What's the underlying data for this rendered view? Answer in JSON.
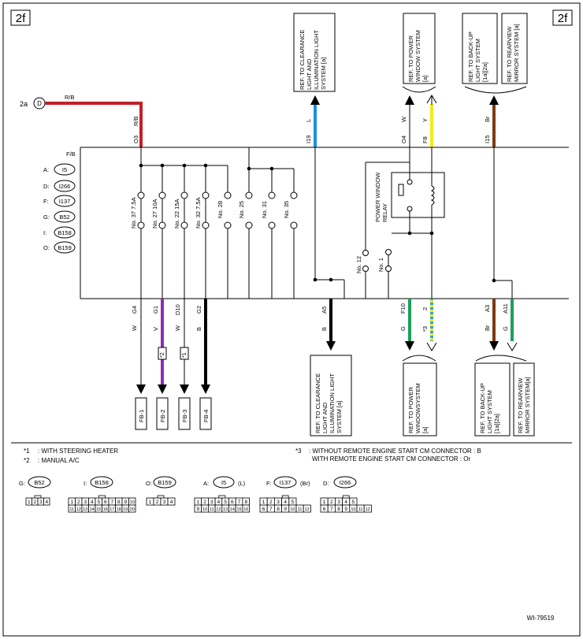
{
  "page": {
    "corner_left": "2f",
    "corner_right": "2f",
    "figure_id": "WI-79519"
  },
  "colors": {
    "red": "#c0202a",
    "blue": "#1a8fe3",
    "yellow": "#f2ea1c",
    "brown": "#7a3b10",
    "purple": "#8e2bb5",
    "green": "#1aa05a",
    "black": "#000000",
    "hatch_a": "#2aa8d8",
    "hatch_b": "#f2ea1c"
  },
  "top_refs": {
    "clearance": [
      "REF. TO CLEARANCE",
      "LIGHT AND",
      "ILLUMINATION LIGHT",
      "SYSTEM [a]"
    ],
    "power_window": [
      "REF. TO POWER",
      "WINDOW SYSTEM",
      "[a]"
    ],
    "backup": [
      "REF. TO BACK-UP",
      "LIGHT SYSTEM",
      "[1a][2a]"
    ],
    "rearview": [
      "REF. TO REARVIEW",
      "MIRROR SYSTEM [a]"
    ]
  },
  "bottom_refs": {
    "clearance": [
      "REF. TO CLEARANCE",
      "LIGHT AND",
      "ILLUMINATION LIGHT",
      "SYSTEM [a]"
    ],
    "power_window": [
      "REF. TO POWER",
      "WINDOWSYSTEM",
      "[a]"
    ],
    "backup": [
      "REF. TO BACK-UP",
      "LIGHT SYSTEM",
      "[1a][2a]"
    ],
    "rearview": [
      "REF. TO REARVIEW",
      "MIRROR SYSTEM[a]"
    ]
  },
  "input": {
    "ref": "2a",
    "connector": "D",
    "wire_color": "R/B",
    "wire_vertical": "R/B",
    "pin": "O3"
  },
  "box": {
    "label": "F/B"
  },
  "connectors_left": [
    {
      "key": "A:",
      "id": "I5"
    },
    {
      "key": "D:",
      "id": "I266"
    },
    {
      "key": "F:",
      "id": "I137"
    },
    {
      "key": "G:",
      "id": "B52"
    },
    {
      "key": "I:",
      "id": "B158"
    },
    {
      "key": "O:",
      "id": "B159"
    }
  ],
  "top_pins": {
    "l": "L",
    "i19": "I19",
    "w": "W",
    "o4": "O4",
    "y": "Y",
    "f8": "F8",
    "br": "Br",
    "i15": "I15"
  },
  "fuses": [
    "No. 37 7.5A",
    "No. 27 10A",
    "No. 22 15A",
    "No. 32 7.5A",
    "No. 28",
    "No. 25",
    "No. 31",
    "No. 35",
    "No. 12",
    "No. 1"
  ],
  "relay_label": [
    "POWER WINDOW",
    "RELAY"
  ],
  "bottom_pins": [
    {
      "pin": "G4",
      "color": "W"
    },
    {
      "pin": "G1",
      "color": "V"
    },
    {
      "pin": "D10",
      "color": "W"
    },
    {
      "pin": "G2",
      "color": "B"
    },
    {
      "pin": "A5",
      "color": "B"
    },
    {
      "pin": "F10",
      "color": "G"
    },
    {
      "pin": "2",
      "color": "*3"
    },
    {
      "pin": "A3",
      "color": "Br"
    },
    {
      "pin": "A11",
      "color": "G"
    }
  ],
  "marks": {
    "m2": "*2",
    "m1": "*1"
  },
  "fb_labels": [
    "FB-1",
    "FB-2",
    "FB-3",
    "FB-4"
  ],
  "notes": {
    "n1_key": "*1",
    "n1_text": ": WITH STEERING HEATER",
    "n2_key": "*2",
    "n2_text": ": MANUAL A/C",
    "n3_key": "*3",
    "n3_text": ": WITHOUT REMOTE ENGINE START CM CONNECTOR  : B",
    "n3_text2": "WITH REMOTE ENGINE START CM CONNECTOR  : Or"
  },
  "connector_views": [
    {
      "key": "G:",
      "id": "B52",
      "suffix": ""
    },
    {
      "key": "I:",
      "id": "B158",
      "suffix": ""
    },
    {
      "key": "O:",
      "id": "B159",
      "suffix": ""
    },
    {
      "key": "A:",
      "id": "I5",
      "suffix": "(L)"
    },
    {
      "key": "F:",
      "id": "I137",
      "suffix": "(Br)"
    },
    {
      "key": "D:",
      "id": "I266",
      "suffix": ""
    }
  ],
  "pinouts": {
    "b52": {
      "top": [
        "1",
        "2",
        "3",
        "4"
      ],
      "bottom": []
    },
    "b158": {
      "top": [
        "1",
        "2",
        "3",
        "4",
        "5",
        "6",
        "7",
        "8",
        "9",
        "10"
      ],
      "bottom": [
        "11",
        "12",
        "13",
        "14",
        "15",
        "16",
        "17",
        "18",
        "19",
        "20"
      ]
    },
    "b159": {
      "top": [
        "1",
        "2",
        "3",
        "4"
      ],
      "bottom": []
    },
    "i5": {
      "top": [
        "1",
        "2",
        "3",
        "4",
        "5",
        "6",
        "7",
        "8"
      ],
      "bottom": [
        "9",
        "10",
        "11",
        "12",
        "13",
        "14",
        "15",
        "16"
      ]
    },
    "i137": {
      "top": [
        "1",
        "2",
        "3",
        "4",
        "5"
      ],
      "bottom": [
        "6",
        "7",
        "8",
        "9",
        "10",
        "11",
        "12"
      ]
    },
    "i266": {
      "top": [
        "1",
        "2",
        "3",
        "4",
        "5"
      ],
      "bottom": [
        "6",
        "7",
        "8",
        "9",
        "10",
        "11",
        "12"
      ]
    }
  }
}
